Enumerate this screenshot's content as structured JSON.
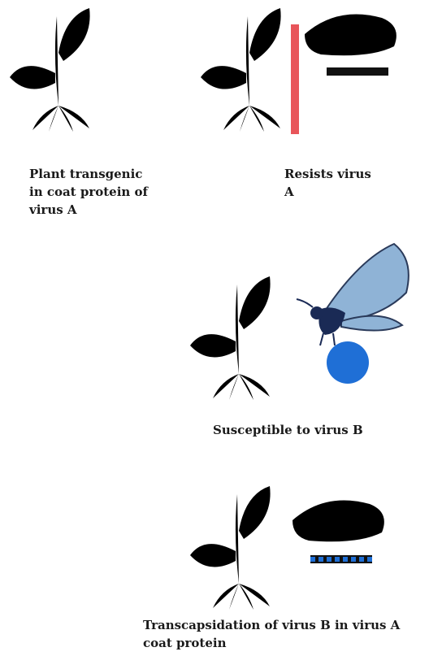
{
  "labels": {
    "plant_transgenic": "Plant transgenic\nin coat protein of\nvirus A",
    "resists_virus": "Resists virus\nA",
    "susceptible": "Susceptible to virus B",
    "transcapsidation": "Transcapsidation of virus B in virus A\ncoat protein"
  },
  "colors": {
    "plant": "#2f8f6f",
    "barrier": "#e8555a",
    "virus_a_coat": "#111111",
    "virus_b_particle": "#1f6fd6",
    "moth_wing": "#8fb3d6",
    "dashed_coat": "#1f6fd6"
  },
  "icons": {
    "plant": "plant-icon",
    "aphid": "aphid-insect-icon",
    "moth": "whitefly-moth-icon",
    "barrier": "resistance-barrier-icon"
  }
}
